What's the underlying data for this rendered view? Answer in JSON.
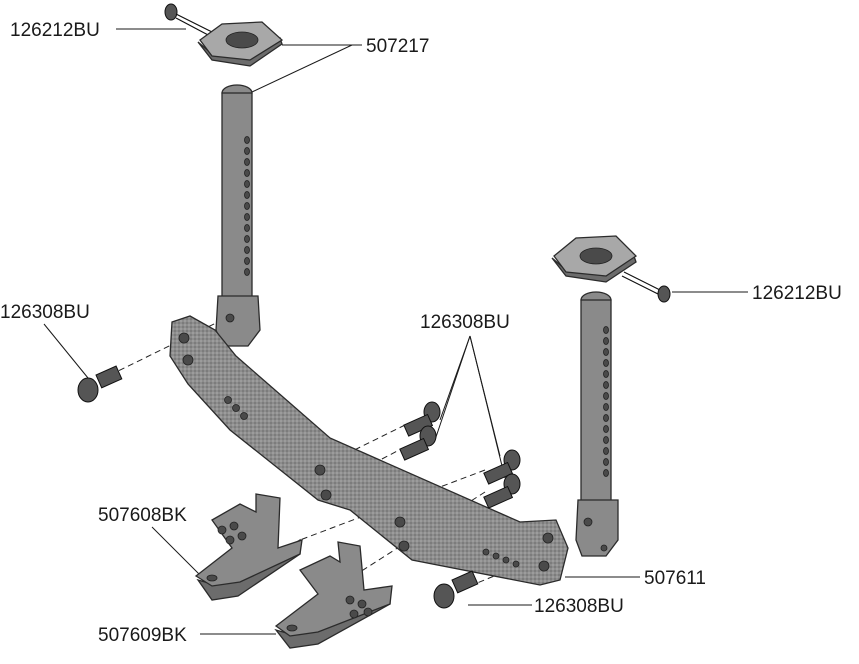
{
  "parts": {
    "screw_top_left": "126212BU",
    "mount_top": "507217",
    "screw_right": "126212BU",
    "screw_left": "126308BU",
    "screw_group": "126308BU",
    "block_left": "507608BK",
    "plate": "507611",
    "screw_bottom": "126308BU",
    "block_bottom": "507609BK"
  },
  "colors": {
    "part_fill": "#8a8a8a",
    "outline": "#2b2b2b",
    "label": "#1a1a1a"
  }
}
